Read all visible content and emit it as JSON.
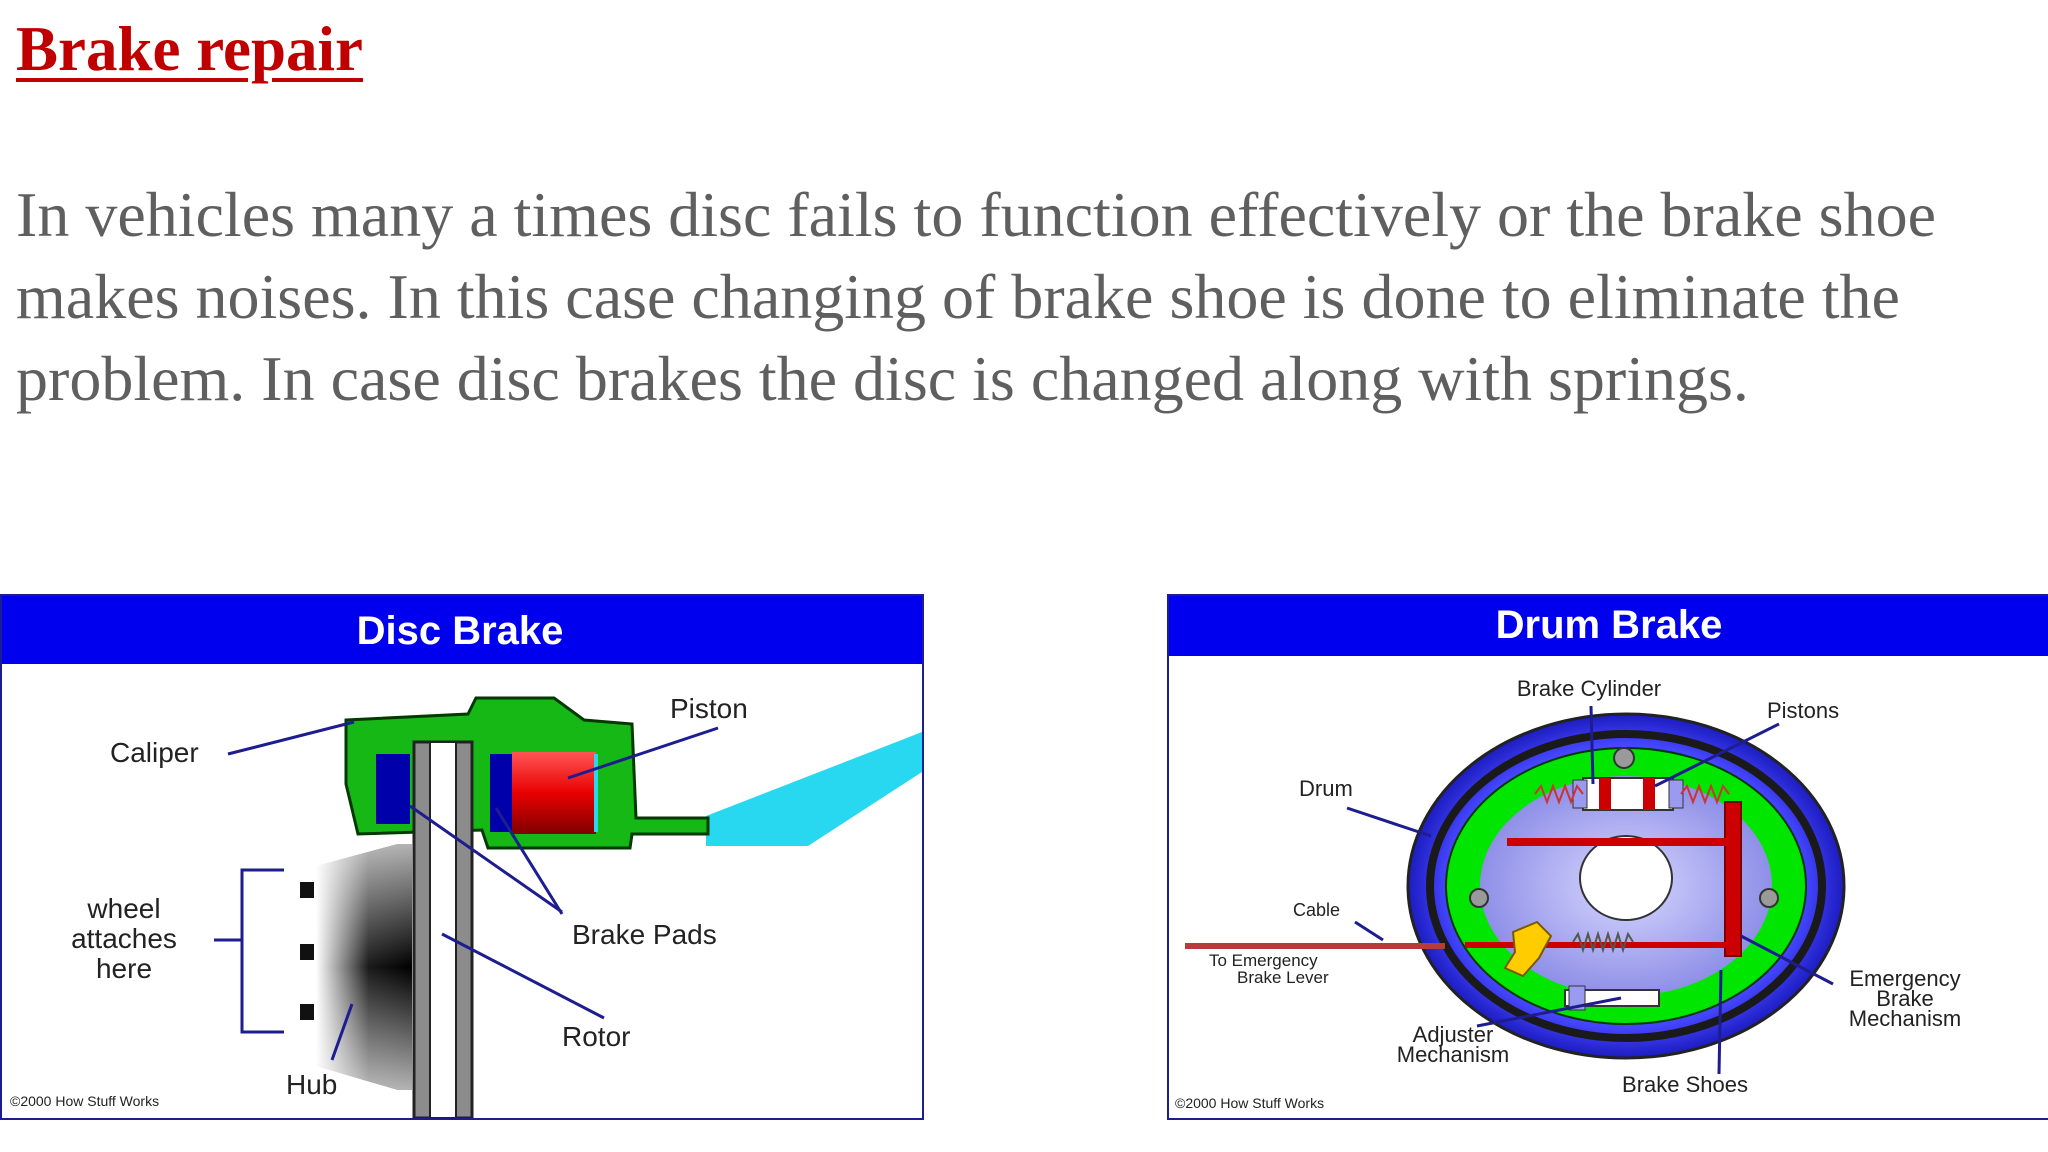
{
  "title": "Brake repair",
  "body": "In vehicles many a times disc fails to function effectively or the brake shoe makes noises. In this case changing of brake shoe is done to eliminate the problem. In case disc brakes the disc is changed along with springs.",
  "colors": {
    "title": "#c00000",
    "body": "#5f5f5f",
    "diagram_header": "#0000ee"
  },
  "disc": {
    "title": "Disc Brake",
    "caliper": "Caliper",
    "piston": "Piston",
    "wheel_line1": "wheel",
    "wheel_line2": "attaches",
    "wheel_line3": "here",
    "brake_pads": "Brake Pads",
    "rotor": "Rotor",
    "hub": "Hub",
    "copyright": "©2000 How Stuff Works"
  },
  "drum": {
    "title": "Drum Brake",
    "brake_cylinder": "Brake Cylinder",
    "pistons": "Pistons",
    "drum": "Drum",
    "cable": "Cable",
    "emergency_lever_line1": "To Emergency",
    "emergency_lever_line2": "Brake Lever",
    "adjuster_line1": "Adjuster",
    "adjuster_line2": "Mechanism",
    "brake_shoes": "Brake Shoes",
    "emergency_mech_line1": "Emergency",
    "emergency_mech_line2": "Brake",
    "emergency_mech_line3": "Mechanism",
    "copyright": "©2000 How Stuff Works"
  }
}
